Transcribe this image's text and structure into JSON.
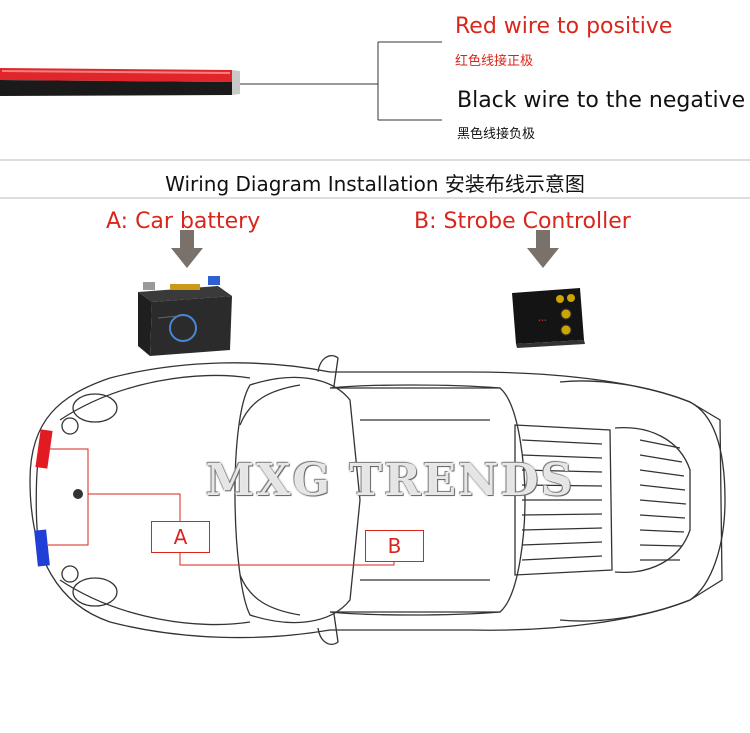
{
  "wire_legend": {
    "red_en": "Red wire to positive",
    "red_cn": "红色线接正极",
    "black_en": "Black wire to the negative",
    "black_cn": "黑色线接负极"
  },
  "heading": "Wiring Diagram Installation  安装布线示意图",
  "component_a": "A:  Car battery",
  "component_b": "B: Strobe Controller",
  "box_a": "A",
  "box_b": "B",
  "watermark": "MXG TRENDS",
  "colors": {
    "accent_red": "#d9261c",
    "wire_red": "#e0262a",
    "wire_black": "#1a1a1a",
    "strobe_red": "#e21b23",
    "strobe_blue": "#1f3fd6",
    "arrow_gray": "#7a716a"
  }
}
